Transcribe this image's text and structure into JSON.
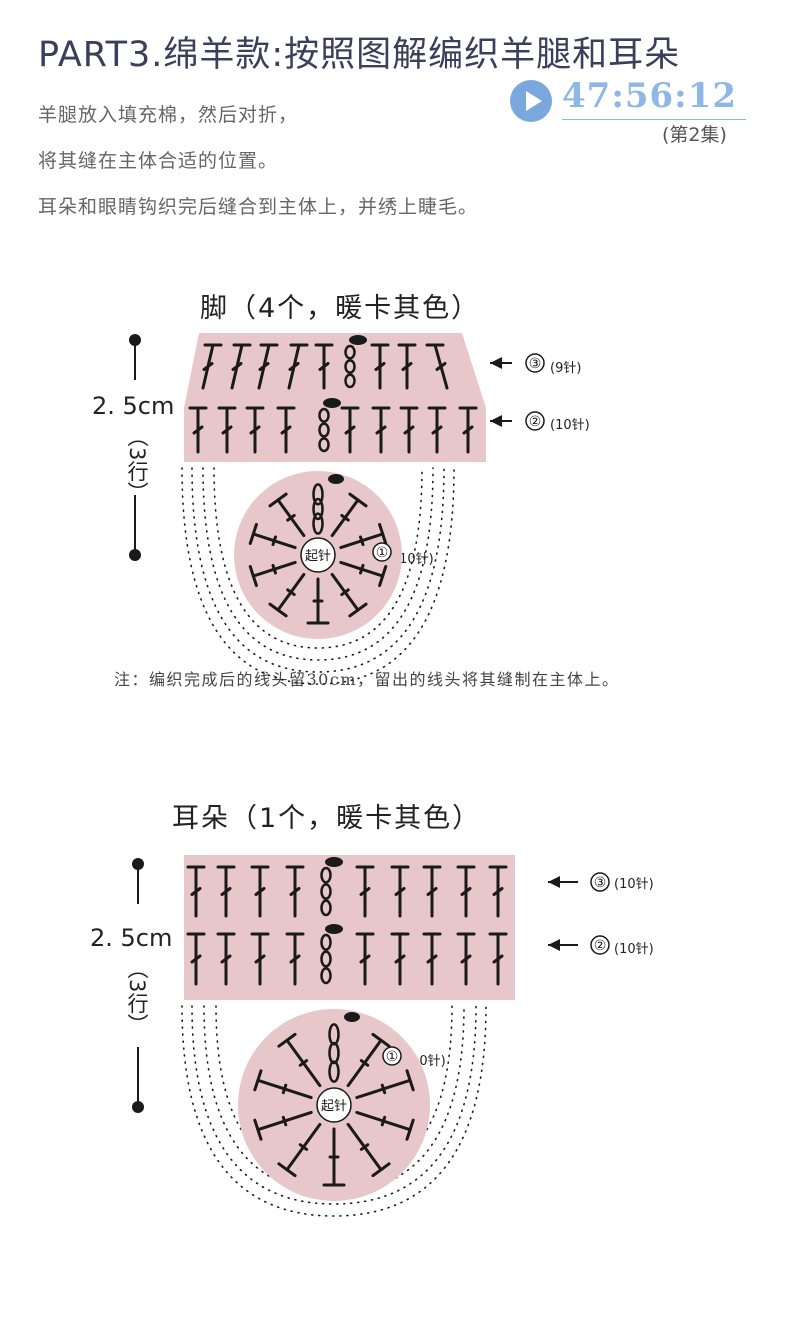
{
  "header": {
    "title": "PART3.绵羊款:按照图解编织羊腿和耳朵",
    "intro": [
      "羊腿放入填充棉，然后对折，",
      "将其缝在主体合适的位置。",
      "耳朵和眼睛钩织完后缝合到主体上，并绣上睫毛。"
    ],
    "video": {
      "time": "47:56:12",
      "episode": "(第2集)"
    }
  },
  "colors": {
    "fill": "#e7c7c9",
    "ink": "#1a1a1a",
    "title": "#3a3f5c",
    "accent": "#8db7e6"
  },
  "foot": {
    "title": "脚（4个，暖卡其色）",
    "size": "2. 5cm",
    "rows_note": "（3行）",
    "center_label": "起针",
    "rows": [
      {
        "num": "③",
        "count": "(9针)"
      },
      {
        "num": "②",
        "count": "(10针)"
      },
      {
        "num": "①",
        "count": "(10针)"
      }
    ],
    "note": "注：编织完成后的线头留30cm，留出的线头将其缝制在主体上。"
  },
  "ear": {
    "title": "耳朵（1个，暖卡其色）",
    "size": "2. 5cm",
    "rows_note": "（3行）",
    "center_label": "起针",
    "rows": [
      {
        "num": "③",
        "count": "(10针)"
      },
      {
        "num": "②",
        "count": "(10针)"
      },
      {
        "num": "①",
        "count": "(10针)"
      }
    ]
  }
}
